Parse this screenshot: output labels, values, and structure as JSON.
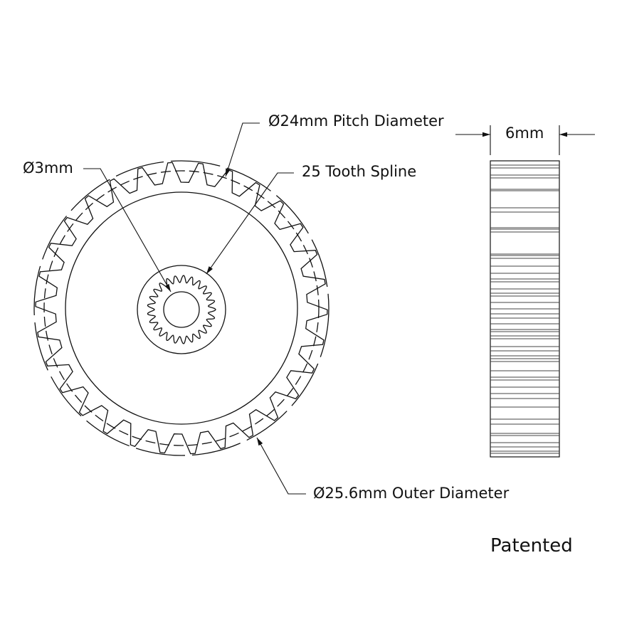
{
  "drawing": {
    "type": "gear-technical-drawing",
    "line_color": "#111111",
    "background": "#ffffff"
  },
  "gear": {
    "teeth": 30,
    "spline_teeth": 25
  },
  "annotations": {
    "pitch_diameter": "Ø24mm Pitch Diameter",
    "bore": "Ø3mm",
    "spline": "25 Tooth Spline",
    "outer_diameter": "Ø25.6mm Outer Diameter",
    "width": "6mm"
  },
  "footer": {
    "note": "Patented"
  }
}
